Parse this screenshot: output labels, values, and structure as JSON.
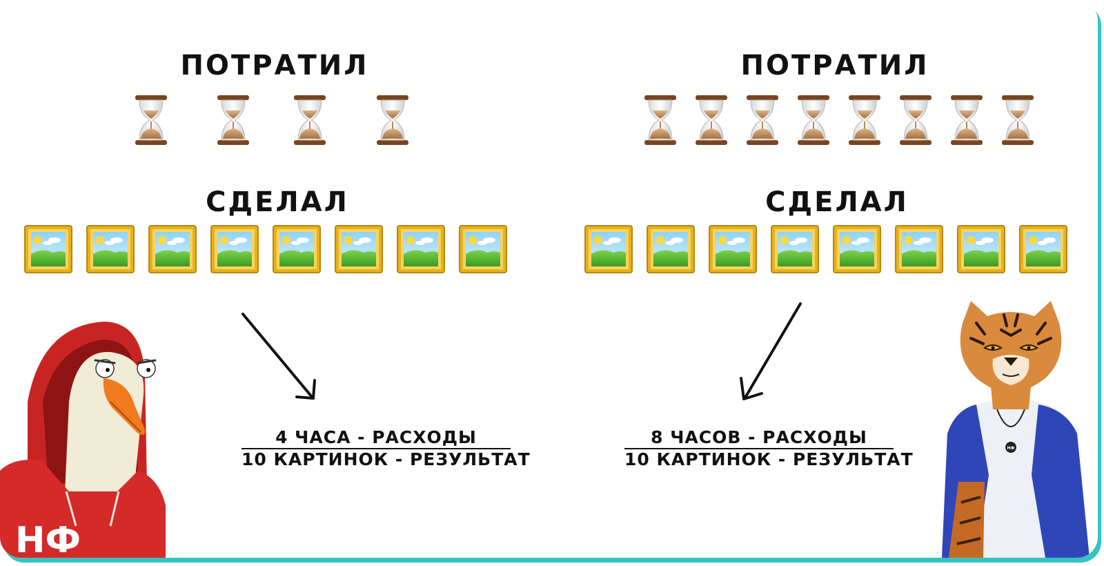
{
  "left": {
    "spent_label": "ПОТРАТИЛ",
    "made_label": "СДЕЛАЛ",
    "hourglass_count": 4,
    "picture_count": 8,
    "expense_line": "4 ЧАСА - РАСХОДЫ",
    "result_line": "10 КАРТИНОК - РЕЗУЛЬТАТ",
    "character": "goose-in-red-hoodie",
    "hoodie_logo": "НФ"
  },
  "right": {
    "spent_label": "ПОТРАТИЛ",
    "made_label": "СДЕЛАЛ",
    "hourglass_count": 8,
    "picture_count": 8,
    "expense_line": "8 ЧАСОВ - РАСХОДЫ",
    "result_line": "10 КАРТИНОК - РЕЗУЛЬТАТ",
    "character": "tiger-in-blue-vest",
    "pendant_logo": "НФ"
  },
  "icons": {
    "hourglass": "hourglass-icon",
    "picture": "framed-picture-icon",
    "arrow": "arrow-icon"
  },
  "colors": {
    "card_shadow": "#35c3c3",
    "text": "#111111",
    "frame_gold": "#e8b21c",
    "hoodie_red": "#d42a2a",
    "vest_blue": "#2f46b8"
  }
}
